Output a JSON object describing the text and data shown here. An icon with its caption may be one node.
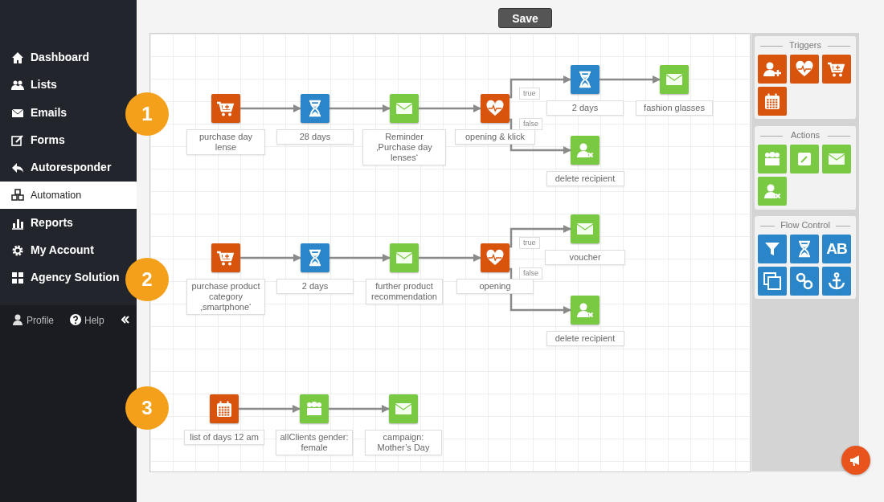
{
  "diagram": {
    "nodes": [
      {
        "text": [],
        "shape": "box",
        "beside": [
          "purchase day lense"
        ]
      },
      {
        "text": [],
        "shape": "box",
        "beside": [
          "28 days"
        ]
      },
      {
        "text": [],
        "shape": "box",
        "beside": [
          "Reminder ‚Purchase day lenses‘"
        ]
      },
      {
        "text": [],
        "shape": "box",
        "beside": [
          "opening & klick"
        ]
      },
      {
        "text": [],
        "shape": "box",
        "beside": [
          "2 days"
        ]
      },
      {
        "text": [],
        "shape": "box",
        "beside": [
          "fashion glasses"
        ]
      },
      {
        "text": [],
        "shape": "box",
        "beside": [
          "delete recipient"
        ]
      },
      {
        "text": [],
        "shape": "box",
        "beside": [
          "purchase product category ‚smartphone‘"
        ]
      },
      {
        "text": [],
        "shape": "box",
        "beside": [
          "2 days"
        ]
      },
      {
        "text": [],
        "shape": "box",
        "beside": [
          "further product recommendation"
        ]
      },
      {
        "text": [],
        "shape": "box",
        "beside": [
          "opening"
        ]
      },
      {
        "text": [],
        "shape": "box",
        "beside": [
          "voucher"
        ]
      },
      {
        "text": [],
        "shape": "box",
        "beside": [
          "delete recipient"
        ]
      },
      {
        "text": [],
        "shape": "box",
        "beside": [
          "list of days 12 am"
        ]
      },
      {
        "text": [],
        "shape": "box",
        "beside": [
          "allClients gender: female"
        ]
      },
      {
        "text": [],
        "shape": "box",
        "beside": [
          "campaign: Mother’s Day"
        ]
      },
      {
        "text": [
          "Triggers"
        ]
      },
      {
        "text": [],
        "shape": "box",
        "in": 16
      },
      {
        "text": [],
        "shape": "box",
        "in": 16
      },
      {
        "text": [],
        "shape": "box",
        "in": 16
      },
      {
        "text": [],
        "shape": "box",
        "in": 16
      },
      {
        "text": [
          "Actions"
        ]
      },
      {
        "text": [],
        "shape": "box",
        "in": 21
      },
      {
        "text": [],
        "shape": "box",
        "in": 21
      },
      {
        "text": [],
        "shape": "box",
        "in": 21
      },
      {
        "text": [],
        "shape": "box",
        "in": 21
      },
      {
        "text": [
          "Flow Control"
        ]
      },
      {
        "text": [],
        "shape": "box",
        "in": 26
      },
      {
        "text": [],
        "shape": "box",
        "in": 26
      },
      {
        "text": [
          "AB"
        ],
        "in": 26
      },
      {
        "text": [],
        "shape": "box",
        "in": 26
      },
      {
        "text": [],
        "shape": "box",
        "in": 26
      },
      {
        "text": [],
        "shape": "box",
        "in": 26
      }
    ],
    "edges": [
      {
        "from": 0,
        "to": 1,
        "arrow": "to"
      },
      {
        "from": 1,
        "to": 2,
        "arrow": "to"
      },
      {
        "from": 2,
        "to": 3,
        "arrow": "to"
      },
      {
        "from": 3,
        "to": 4,
        "arrow": "to",
        "label": "true"
      },
      {
        "from": 4,
        "to": 5,
        "arrow": "to"
      },
      {
        "from": 3,
        "to": 6,
        "arrow": "to",
        "label": "false"
      },
      {
        "from": 7,
        "to": 8,
        "arrow": "to"
      },
      {
        "from": 8,
        "to": 9,
        "arrow": "to"
      },
      {
        "from": 9,
        "to": 10,
        "arrow": "to"
      },
      {
        "from": 10,
        "to": 11,
        "arrow": "to",
        "label": "true"
      },
      {
        "from": 10,
        "to": 12,
        "arrow": "to",
        "label": "false"
      },
      {
        "from": 13,
        "to": 14,
        "arrow": "to"
      },
      {
        "from": 14,
        "to": 15,
        "arrow": "to"
      }
    ],
    "labels": [
      "Dashboard",
      "Lists",
      "Emails",
      "Forms",
      "Autoresponder",
      "Automation",
      "Reports",
      "My Account",
      "Agency Solution",
      "Profile",
      "Help",
      "Save",
      "1",
      "2",
      "3"
    ]
  }
}
